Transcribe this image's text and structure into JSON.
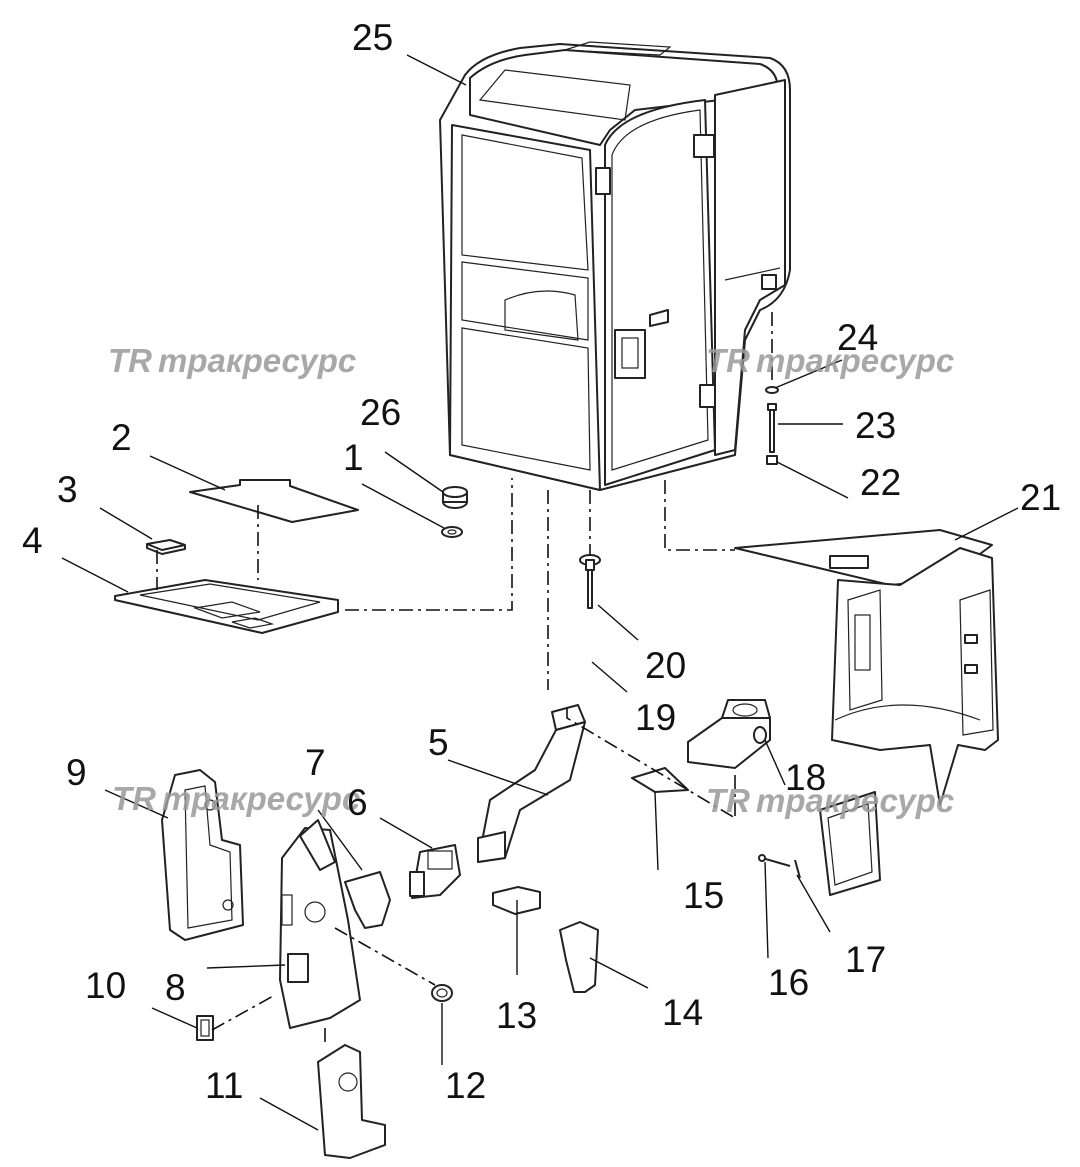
{
  "watermark": {
    "logo": "TR",
    "text": "тракресурс"
  },
  "callouts": [
    "1",
    "2",
    "3",
    "4",
    "5",
    "6",
    "7",
    "8",
    "9",
    "10",
    "11",
    "12",
    "13",
    "14",
    "15",
    "16",
    "17",
    "18",
    "19",
    "20",
    "21",
    "22",
    "23",
    "24",
    "25",
    "26"
  ]
}
